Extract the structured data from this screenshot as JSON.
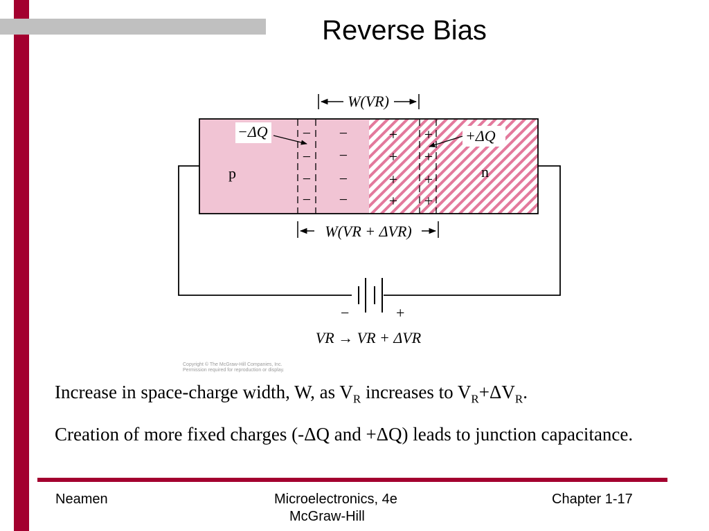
{
  "slide": {
    "title": "Reverse Bias",
    "diagram": {
      "top_width_label": "W(VR)",
      "bottom_width_label": "W(VR + ΔVR)",
      "neg_charge_label": "−ΔQ",
      "pos_charge_label": "+ΔQ",
      "p_label": "p",
      "n_label": "n",
      "minus_sign": "−",
      "plus_sign": "+",
      "battery_minus": "−",
      "battery_plus": "+",
      "voltage_change": "VR → VR + ΔVR",
      "colors": {
        "p_region": "#f1c4d4",
        "hatch": "#e3799c",
        "wire": "#000000"
      }
    },
    "copyright": {
      "line1": "Copyright © The McGraw-Hill Companies, Inc.",
      "line2": "Permission required for reproduction or display."
    },
    "paragraphs": {
      "p1": {
        "before": "Increase in space-charge width, W, as V",
        "sub1": "R",
        "mid": " increases to V",
        "sub2": "R",
        "mid2": "+ΔV",
        "sub3": "R",
        "end": "."
      },
      "p2": "Creation of more fixed charges (-ΔQ and +ΔQ) leads to junction capacitance."
    },
    "footer": {
      "left": "Neamen",
      "center_line1": "Microelectronics, 4e",
      "center_line2": "McGraw-Hill",
      "right": "Chapter 1-17"
    },
    "colors": {
      "accent": "#a3002f",
      "gray_bar": "#c0c0c0"
    }
  }
}
